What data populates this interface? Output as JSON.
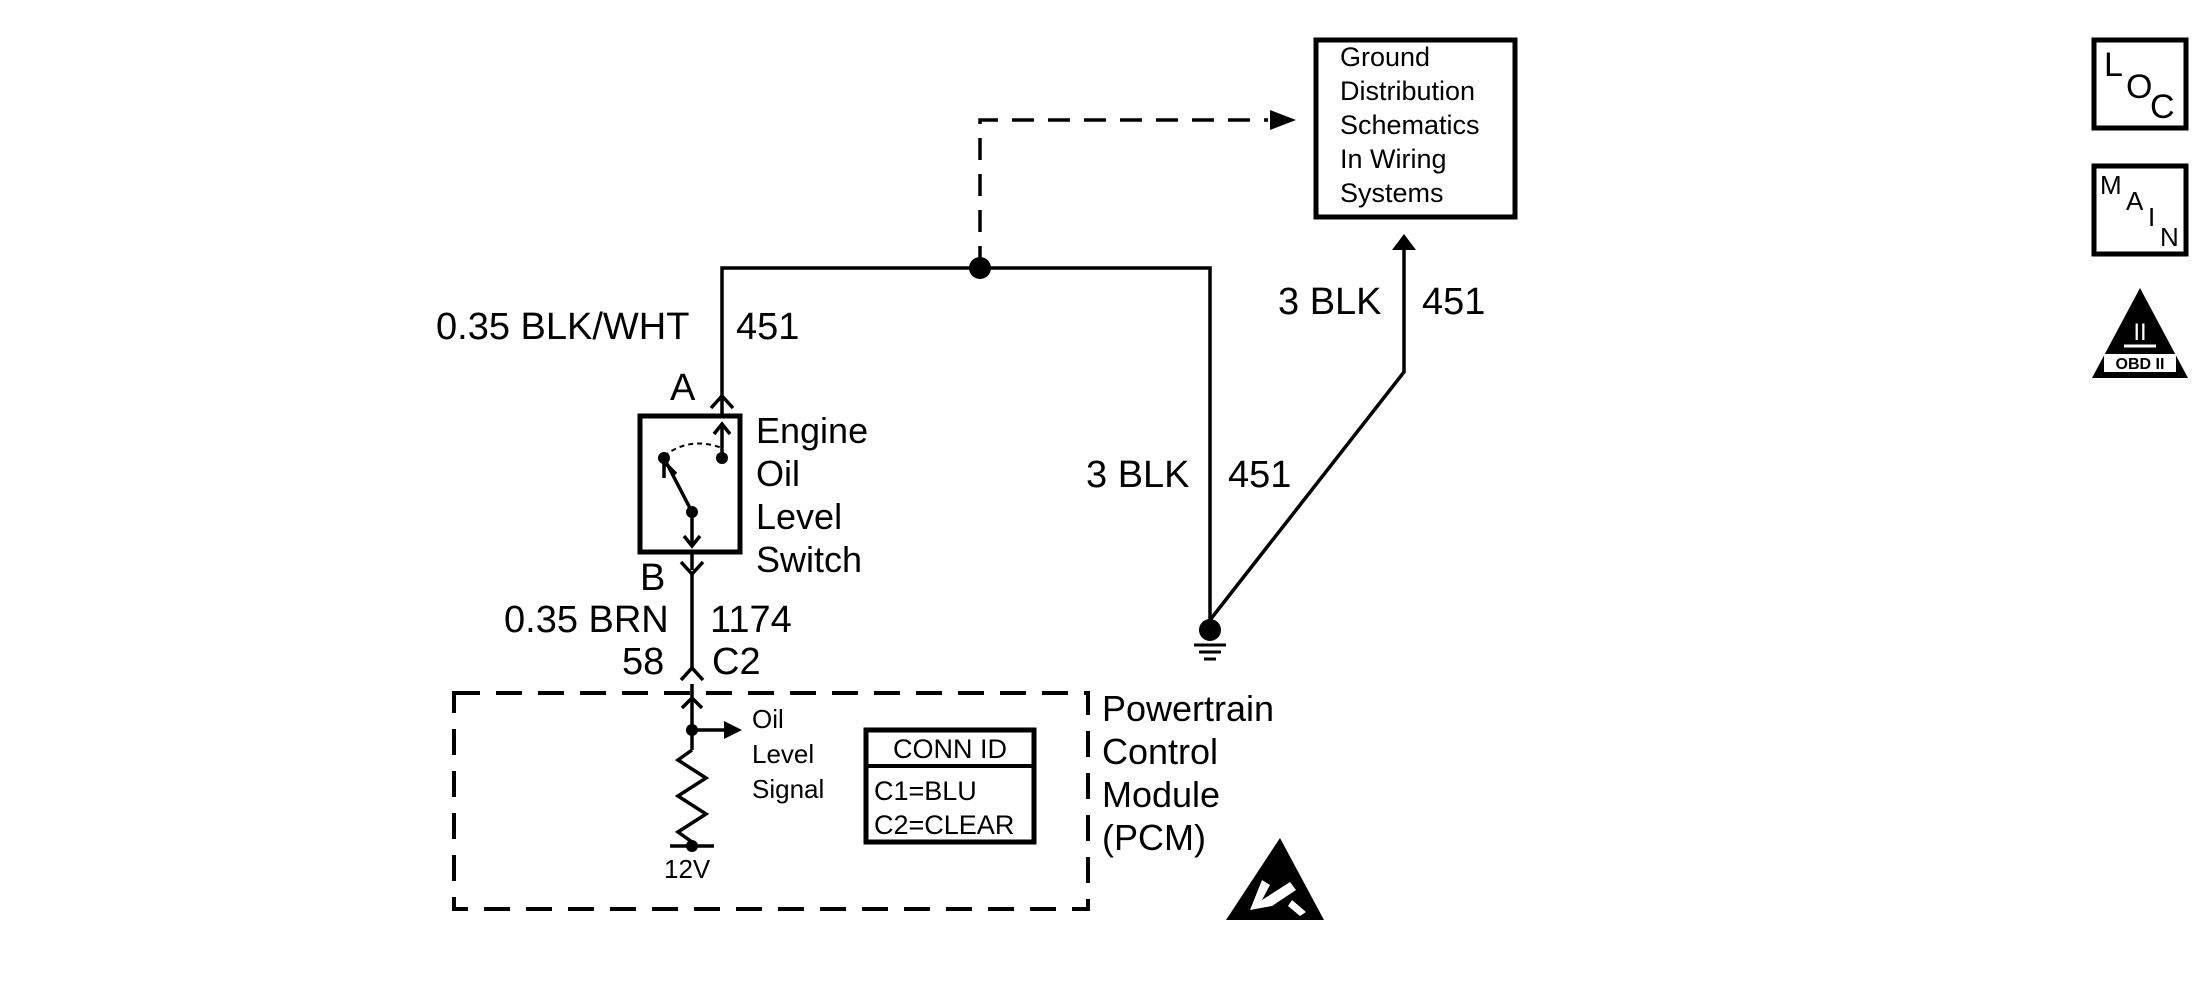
{
  "gds_box": {
    "lines": [
      "Ground",
      "Distribution",
      "Schematics",
      "In Wiring",
      "Systems"
    ]
  },
  "wires": {
    "left_top": {
      "gauge_color": "0.35 BLK/WHT",
      "circuit": "451"
    },
    "left_bottom": {
      "gauge_color": "0.35 BRN",
      "circuit": "1174",
      "pin": "58",
      "connector": "C2"
    },
    "middle": {
      "gauge_color": "3 BLK",
      "circuit": "451"
    },
    "right": {
      "gauge_color": "3 BLK",
      "circuit": "451"
    }
  },
  "switch": {
    "terminal_a": "A",
    "terminal_b": "B",
    "name_lines": [
      "Engine",
      "Oil",
      "Level",
      "Switch"
    ]
  },
  "pcm": {
    "name_lines": [
      "Powertrain",
      "Control",
      "Module",
      "(PCM)"
    ],
    "signal_lines": [
      "Oil",
      "Level",
      "Signal"
    ],
    "voltage": "12V",
    "conn_id": {
      "title": "CONN ID",
      "c1": "C1=BLU",
      "c2": "C2=CLEAR"
    }
  },
  "icons": {
    "loc": {
      "l": "L",
      "o": "O",
      "c": "C"
    },
    "main": {
      "m": "M",
      "a": "A",
      "i": "I",
      "n": "N"
    },
    "obd": {
      "numeral": "II",
      "label": "OBD II"
    }
  }
}
